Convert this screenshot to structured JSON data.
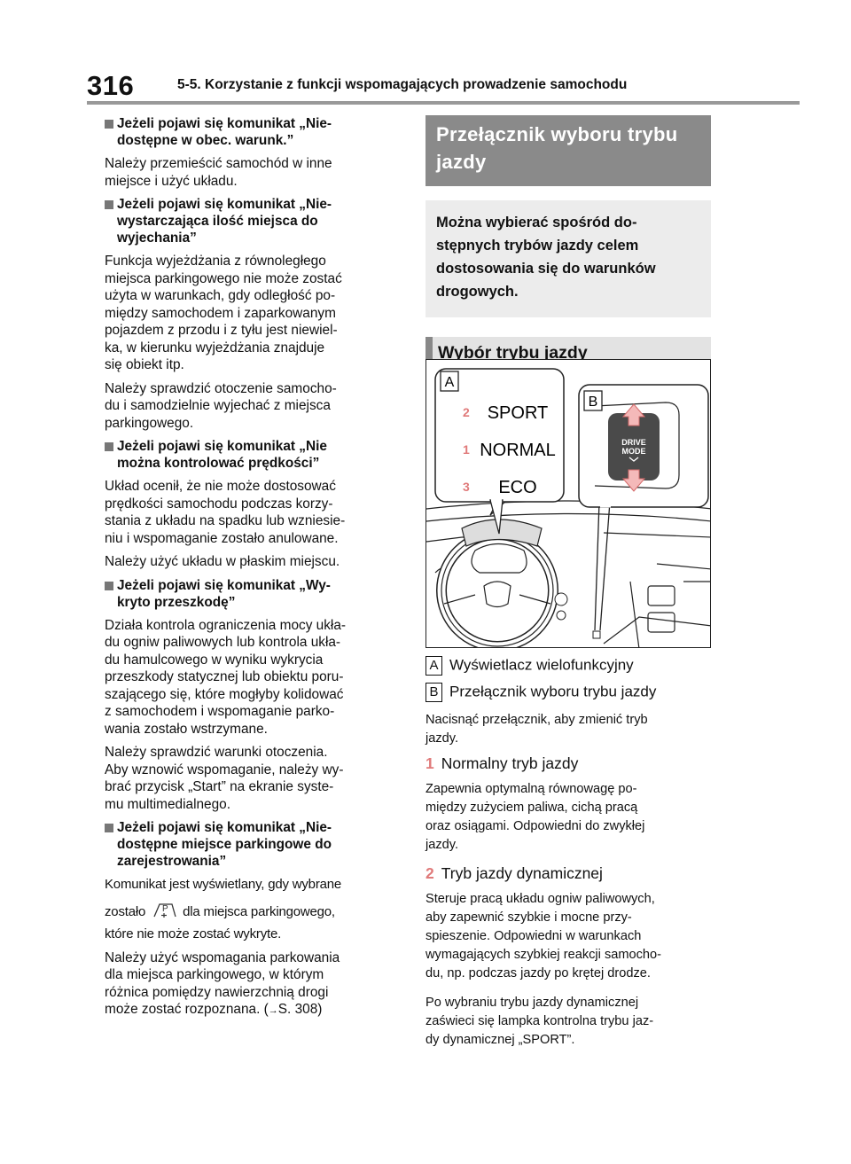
{
  "header": {
    "page_number": "316",
    "section_title": "5-5. Korzystanie z funkcji wspomagających prowadzenie samochodu"
  },
  "left": {
    "h1_l1": "Jeżeli pojawi się komunikat „Nie-",
    "h1_l2": "dostępne w obec. warunk.”",
    "p1_l1": "Należy przemieścić samochód w inne",
    "p1_l2": "miejsce i użyć układu.",
    "h2_l1": "Jeżeli pojawi się komunikat „Nie-",
    "h2_l2": "wystarczająca ilość miejsca do",
    "h2_l3": "wyjechania”",
    "p2_l1": "Funkcja wyjeżdżania z równoległego",
    "p2_l2": "miejsca parkingowego nie może zostać",
    "p2_l3": "użyta w warunkach, gdy odległość po-",
    "p2_l4": "między samochodem i zaparkowanym",
    "p2_l5": "pojazdem z przodu i z tyłu jest niewiel-",
    "p2_l6": "ka, w kierunku wyjeżdżania znajduje",
    "p2_l7": "się obiekt itp.",
    "p3_l1": "Należy sprawdzić otoczenie samocho-",
    "p3_l2": "du i samodzielnie wyjechać z miejsca",
    "p3_l3": "parkingowego.",
    "h3_l1": "Jeżeli pojawi się komunikat „Nie",
    "h3_l2": "można kontrolować prędkości”",
    "p4_l1": "Układ ocenił, że nie może dostosować",
    "p4_l2": "prędkości samochodu podczas korzy-",
    "p4_l3": "stania z układu na spadku lub wzniesie-",
    "p4_l4": "niu i wspomaganie zostało anulowane.",
    "p5_l1": "Należy użyć układu w płaskim miejscu.",
    "h4_l1": "Jeżeli pojawi się komunikat „Wy-",
    "h4_l2": "kryto przeszkodę”",
    "p6_l1": "Działa kontrola ograniczenia mocy ukła-",
    "p6_l2": "du ogniw paliwowych lub kontrola ukła-",
    "p6_l3": "du hamulcowego w wyniku wykrycia",
    "p6_l4": "przeszkody statycznej lub obiektu poru-",
    "p6_l5": "szającego się, które mogłyby kolidować",
    "p6_l6": "z samochodem i wspomaganie parko-",
    "p6_l7": "wania zostało wstrzymane.",
    "p7_l1": "Należy sprawdzić warunki otoczenia.",
    "p7_l2": "Aby wznowić wspomaganie, należy wy-",
    "p7_l3": "brać przycisk „Start” na ekranie syste-",
    "p7_l4": "mu multimedialnego.",
    "h5_l1": "Jeżeli pojawi się komunikat „Nie-",
    "h5_l2": "dostępne miejsce parkingowe do",
    "h5_l3": "zarejestrowania”",
    "p8_l1": "Komunikat jest wyświetlany, gdy wybrane",
    "p8_l2a": "zostało",
    "p8_l2b": "dla miejsca parkingowego,",
    "p8_l3": "które nie może zostać wykryte.",
    "p9_l1": "Należy użyć wspomagania parkowania",
    "p9_l2": "dla miejsca parkingowego, w którym",
    "p9_l3": "różnica pomiędzy nawierzchnią drogi",
    "p9_l4": "może zostać rozpoznana. (",
    "p9_arrow": "→",
    "p9_l4b": "S. 308)"
  },
  "right": {
    "title_l1": "Przełącznik wyboru trybu",
    "title_l2": "jazdy",
    "intro_l1": "Można wybierać spośród do-",
    "intro_l2": "stępnych trybów jazdy celem",
    "intro_l3": "dostosowania się do warunków",
    "intro_l4": "drogowych.",
    "section": "Wybór trybu jazdy",
    "fig": {
      "label_a": "A",
      "label_b": "B",
      "modes": [
        {
          "num": "2",
          "name": "SPORT"
        },
        {
          "num": "1",
          "name": "NORMAL"
        },
        {
          "num": "3",
          "name": "ECO"
        }
      ],
      "drive_l1": "DRIVE",
      "drive_l2": "MODE"
    },
    "item_a_box": "A",
    "item_a": "Wyświetlacz wielofunkcyjny",
    "item_b_box": "B",
    "item_b": "Przełącznik wyboru trybu jazdy",
    "t1_l1": "Nacisnąć przełącznik, aby zmienić tryb",
    "t1_l2": "jazdy.",
    "m1_num": "1",
    "m1": "Normalny tryb jazdy",
    "t2_l1": "Zapewnia optymalną równowagę po-",
    "t2_l2": "między zużyciem paliwa, cichą pracą",
    "t2_l3": "oraz osiągami. Odpowiedni do zwykłej",
    "t2_l4": "jazdy.",
    "m2_num": "2",
    "m2": "Tryb jazdy dynamicznej",
    "t3_l1": "Steruje pracą układu ogniw paliwowych,",
    "t3_l2": "aby zapewnić szybkie i mocne przy-",
    "t3_l3": "spieszenie. Odpowiedni w warunkach",
    "t3_l4": "wymagających szybkiej reakcji samocho-",
    "t3_l5": "du, np. podczas jazdy po krętej drodze.",
    "t4_l1": "Po wybraniu trybu jazdy dynamicznej",
    "t4_l2": "zaświeci się lampka kontrolna trybu jaz-",
    "t4_l3": "dy dynamicznej „SPORT”."
  },
  "icons": [
    "parking-space-icon",
    "arrow-right-icon"
  ],
  "colors": {
    "header_bar": "#8a8a8a",
    "mode_number": "#e07a7a",
    "intro_bg": "#ececec",
    "drive_button": "#4a4a4a"
  }
}
